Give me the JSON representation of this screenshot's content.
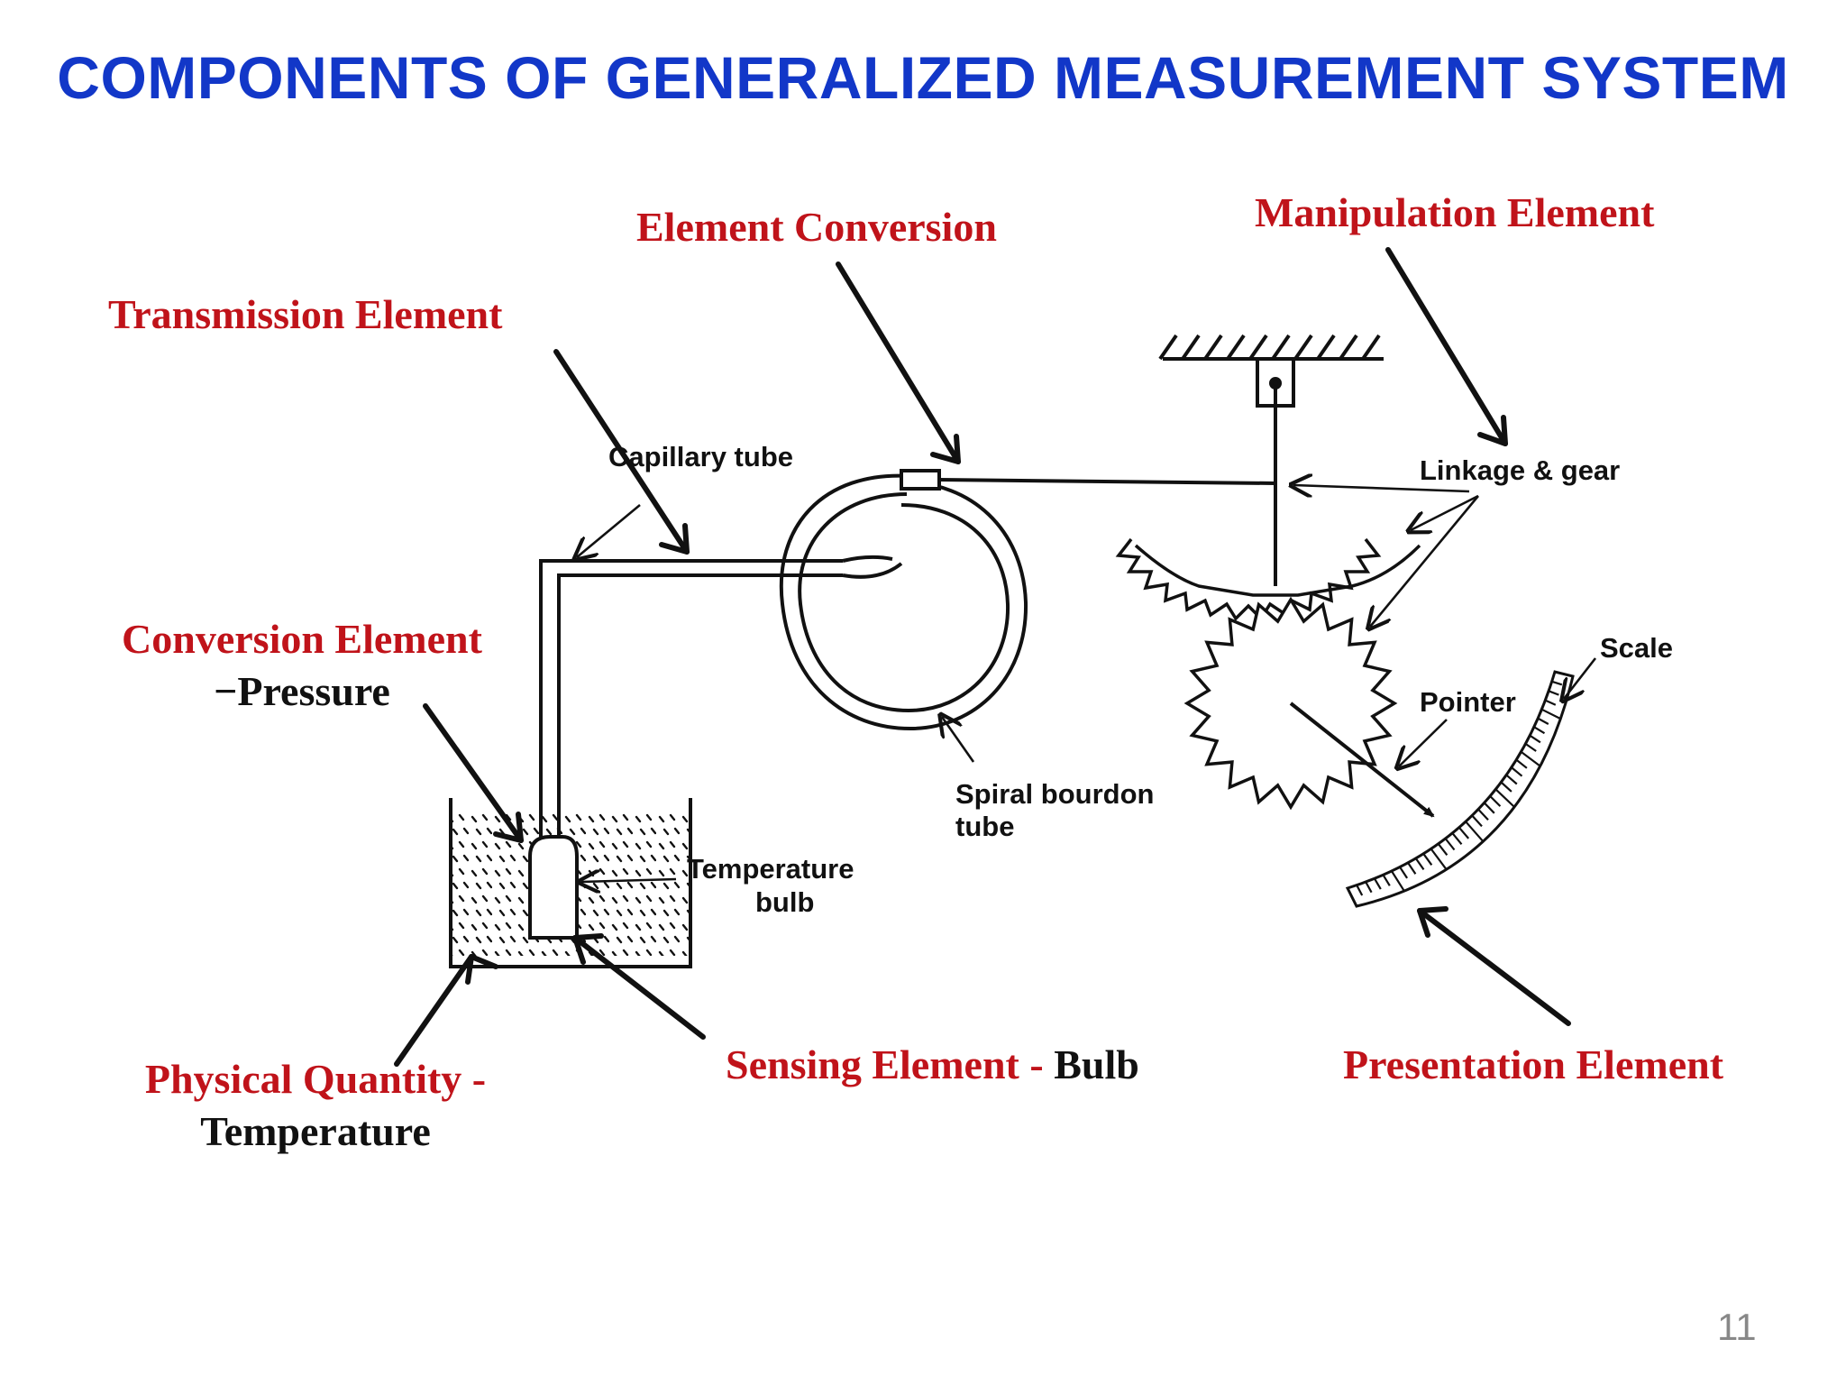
{
  "title": "COMPONENTS OF GENERALIZED MEASUREMENT SYSTEM",
  "labels": {
    "element_conversion": "Element Conversion",
    "manipulation_element": "Manipulation Element",
    "transmission_element": "Transmission Element",
    "conversion_element_title": "Conversion Element",
    "conversion_element_detail": "−Pressure",
    "physical_quantity_title": "Physical Quantity -",
    "physical_quantity_detail": "Temperature",
    "sensing_element_title": "Sensing Element - ",
    "sensing_element_detail": "Bulb",
    "presentation_element": "Presentation Element"
  },
  "diagram_labels": {
    "capillary_tube": "Capillary tube",
    "linkage_gear": "Linkage & gear",
    "scale": "Scale",
    "pointer": "Pointer",
    "spiral_bourdon_line1": "Spiral bourdon",
    "spiral_bourdon_line2": "tube",
    "temperature_line1": "Temperature",
    "temperature_line2": "bulb"
  },
  "page_number": "11",
  "colors": {
    "title": "#1237c8",
    "label_red": "#c0131a",
    "label_black": "#111111",
    "page_number": "#888888",
    "diagram_line": "#111111"
  }
}
